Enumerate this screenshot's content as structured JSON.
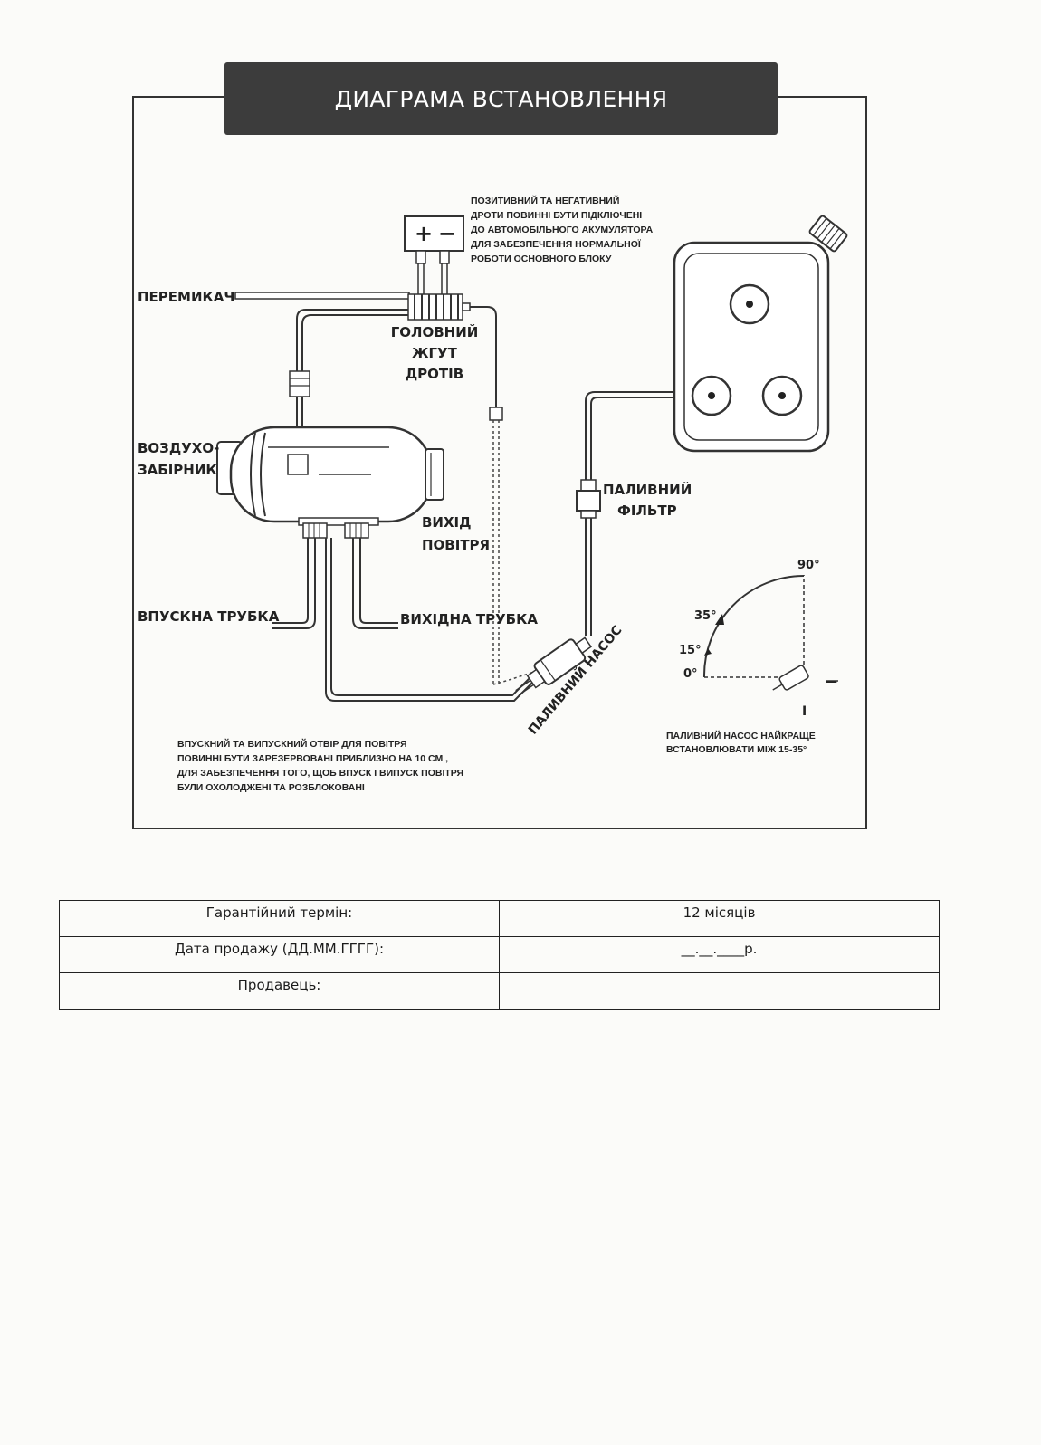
{
  "title": "ДИАГРАМА ВСТАНОВЛЕННЯ",
  "battery": {
    "plus": "+",
    "minus": "−"
  },
  "battery_note": [
    "ПОЗИТИВНИЙ ТА НЕГАТИВНИЙ",
    "ДРОТИ ПОВИННІ БУТИ ПІДКЛЮЧЕНІ",
    "ДО АВТОМОБІЛЬНОГО АКУМУЛЯТОРА",
    "ДЛЯ ЗАБЕЗПЕЧЕННЯ НОРМАЛЬНОЇ",
    "РОБОТИ ОСНОВНОГО БЛОКУ"
  ],
  "labels": {
    "switch": "ПЕРЕМИКАЧ",
    "harness": [
      "ГОЛОВНИЙ",
      "ЖГУТ",
      "ДРОТІВ"
    ],
    "air_intake": [
      "ВОЗДУХО-",
      "ЗАБІРНИК"
    ],
    "air_outlet": [
      "ВИХІД",
      "ПОВІТРЯ"
    ],
    "inlet_pipe": "ВПУСКНА ТРУБКА",
    "outlet_pipe": "ВИХІДНА ТРУБКА",
    "fuel_filter": [
      "ПАЛИВНИЙ",
      "ФІЛЬТР"
    ],
    "fuel_pump": "ПАЛИВНИЙ НАСОС"
  },
  "angles": {
    "a90": "90°",
    "a35": "35°",
    "a15": "15°",
    "a0": "0°",
    "minus": "—",
    "vertical": "I"
  },
  "pump_note": [
    "ПАЛИВНИЙ НАСОС НАЙКРАЩЕ",
    "ВСТАНОВЛЮВАТИ МІЖ 15-35°"
  ],
  "bottom_note": [
    "ВПУСКНИЙ ТА ВИПУСКНИЙ ОТВІР ДЛЯ ПОВІТРЯ",
    "ПОВИННІ БУТИ ЗАРЕЗЕРВОВАНІ ПРИБЛИЗНО НА 10 СМ ,",
    "ДЛЯ ЗАБЕЗПЕЧЕННЯ ТОГО, ЩОБ ВПУСК І ВИПУСК ПОВІТРЯ",
    "БУЛИ ОХОЛОДЖЕНІ ТА РОЗБЛОКОВАНІ"
  ],
  "warranty": [
    {
      "label": "Гарантійний термін:",
      "value": "12 місяців"
    },
    {
      "label": "Дата продажу (ДД.ММ.ГГГГ):",
      "value": "__.__.____р."
    },
    {
      "label": "Продавець:",
      "value": ""
    }
  ]
}
